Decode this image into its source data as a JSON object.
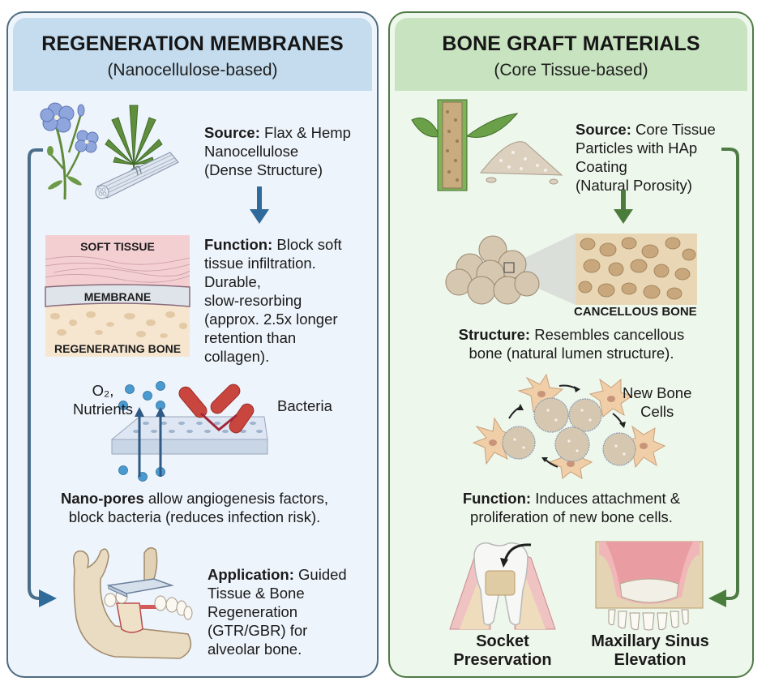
{
  "left_panel": {
    "title": "REGENERATION MEMBRANES",
    "subtitle": "(Nanocellulose-based)",
    "accent_color": "#2f5f80",
    "source": {
      "label": "Source:",
      "lines": [
        "Flax & Hemp",
        "Nanocellulose",
        "(Dense Structure)"
      ]
    },
    "layers_diagram": {
      "top_label": "SOFT TISSUE",
      "middle_label": "MEMBRANE",
      "bottom_label": "REGENERATING BONE"
    },
    "function": {
      "label": "Function:",
      "lines": [
        "Block soft",
        "tissue infiltration.",
        "Durable,",
        "slow-resorbing",
        "(approx. 2.5x longer",
        "retention than",
        "collagen)."
      ]
    },
    "pores_diagram": {
      "nutrients_label_line1": "O₂,",
      "nutrients_label_line2": "Nutrients",
      "bacteria_label": "Bacteria"
    },
    "nanopores": {
      "label": "Nano-pores",
      "line1_rest": "allow angiogenesis factors,",
      "line2": "block bacteria (reduces infection risk)."
    },
    "application": {
      "label": "Application:",
      "lines": [
        "Guided",
        "Tissue & Bone",
        "Regeneration",
        "(GTR/GBR) for",
        "alveolar bone."
      ]
    }
  },
  "right_panel": {
    "title": "BONE GRAFT MATERIALS",
    "subtitle": "(Core Tissue-based)",
    "accent_color": "#4a7d3c",
    "source": {
      "label": "Source:",
      "lines": [
        "Core Tissue",
        "Particles with HAp",
        "Coating",
        "(Natural Porosity)"
      ]
    },
    "cancellous_label": "CANCELLOUS BONE",
    "structure": {
      "label": "Structure:",
      "line1_rest": "Resembles cancellous",
      "line2": "bone (natural lumen structure)."
    },
    "cells_label_line1": "New Bone",
    "cells_label_line2": "Cells",
    "function": {
      "label": "Function:",
      "line1_rest": "Induces attachment &",
      "line2": "proliferation of new bone cells."
    },
    "applications": [
      {
        "line1": "Socket",
        "line2": "Preservation"
      },
      {
        "line1": "Maxillary Sinus",
        "line2": "Elevation"
      }
    ]
  }
}
